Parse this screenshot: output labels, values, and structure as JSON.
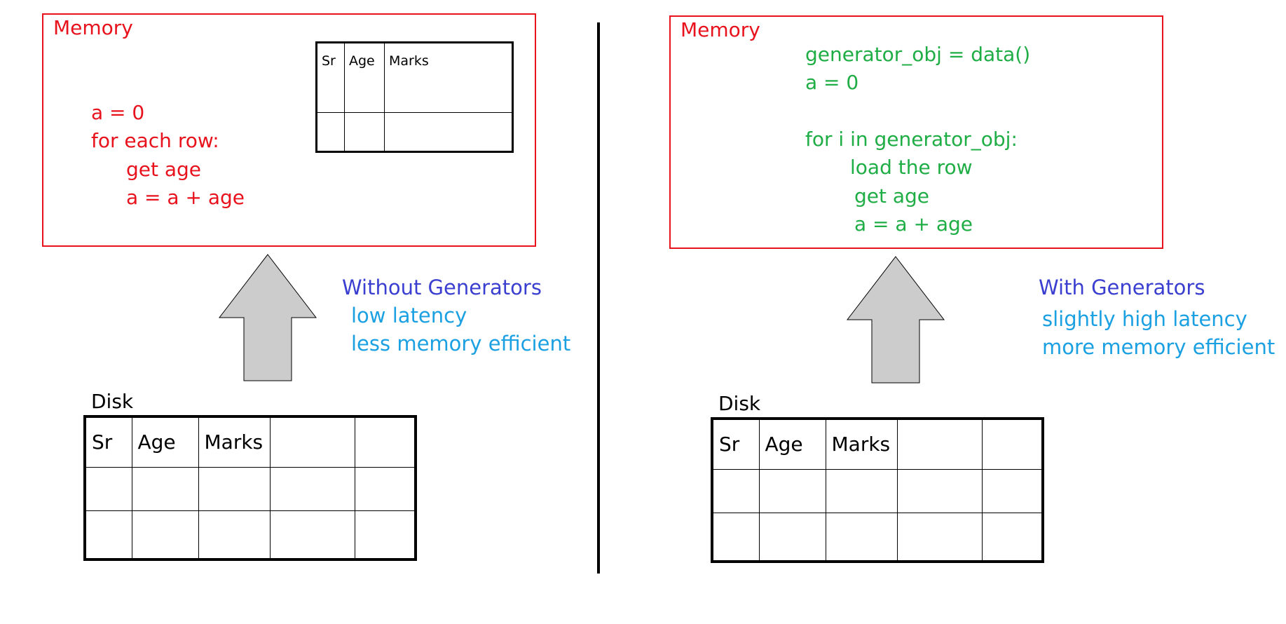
{
  "left": {
    "memory_title": "Memory",
    "code": [
      "a = 0",
      "for each row:",
      "get age",
      "a = a + age"
    ],
    "mini_table_headers": [
      "Sr",
      "Age",
      "Marks"
    ],
    "caption_heading": "Without Generators",
    "caption_lines": [
      "low latency",
      "less memory efficient"
    ],
    "disk_label": "Disk",
    "disk_headers": [
      "Sr",
      "Age",
      "Marks",
      "",
      ""
    ]
  },
  "right": {
    "memory_title": "Memory",
    "code": [
      "generator_obj = data()",
      "a = 0",
      "for i in generator_obj:",
      "load the row",
      "get age",
      "a = a + age"
    ],
    "caption_heading": "With Generators",
    "caption_lines": [
      "slightly high latency",
      "more memory efficient"
    ],
    "disk_label": "Disk",
    "disk_headers": [
      "Sr",
      "Age",
      "Marks",
      "",
      ""
    ]
  },
  "colors": {
    "memory_border": "#e8121d",
    "left_code": "#e8121d",
    "right_code": "#1fad45",
    "caption_heading": "#3b3fd0",
    "caption_detail": "#1ba0e2",
    "arrow_fill": "#cccccc"
  },
  "icons": [
    "up-arrow-icon",
    "up-arrow-icon"
  ]
}
